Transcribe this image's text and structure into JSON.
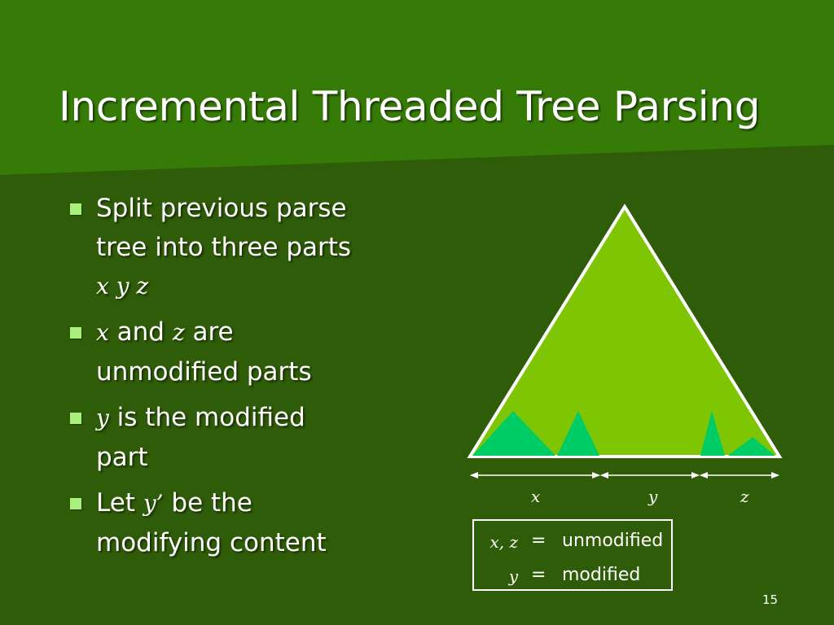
{
  "slide": {
    "title": "Incremental Threaded Tree Parsing",
    "page_number": "15",
    "colors": {
      "background": "#2f5c08",
      "tree_fill": "#7ec603",
      "subtree_fill": "#00cc66",
      "bullet": "#a9f07c",
      "text": "#ffffff"
    }
  },
  "bullets": [
    {
      "line1": "Split previous parse",
      "line2": "tree into three parts",
      "vars": "x y z"
    },
    {
      "var_x": "x",
      "and": " and ",
      "var_z": "z",
      "are": " are",
      "line2": "unmodified parts"
    },
    {
      "var_y": "y",
      "rest": " is the modified",
      "line2": "part"
    },
    {
      "let": "Let ",
      "var": "y’",
      "rest": " be the",
      "line2": "modifying content"
    }
  ],
  "diagram": {
    "segments": [
      {
        "label": "x"
      },
      {
        "label": "y"
      },
      {
        "label": "z"
      }
    ],
    "legend": [
      {
        "vars": "x, z",
        "eq": "=",
        "text": "unmodified"
      },
      {
        "vars": "y",
        "eq": "=",
        "text": "modified"
      }
    ]
  }
}
